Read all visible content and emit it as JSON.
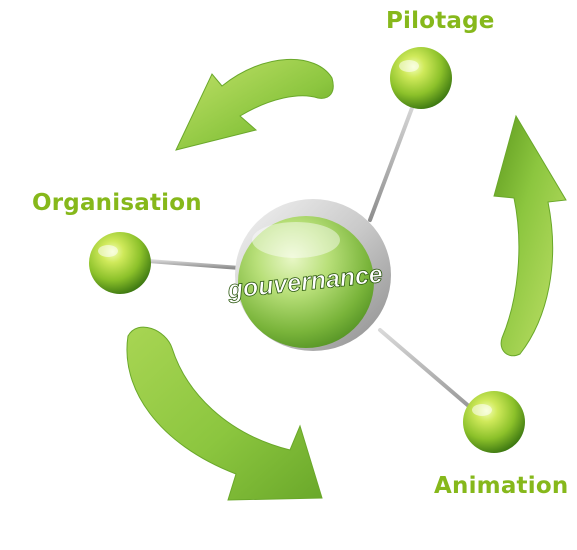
{
  "center": {
    "text": "gouvernance"
  },
  "nodes": {
    "pilotage": {
      "label": "Pilotage"
    },
    "organisation": {
      "label": "Organisation"
    },
    "animation": {
      "label": "Animation"
    }
  },
  "colors": {
    "label_green": "#86b81b",
    "arrow_green": "#8cc63f",
    "arrow_dark": "#5e9a1e",
    "sphere_light": "#d8f26a",
    "sphere_mid": "#8dc32a",
    "sphere_dark": "#3f7a12",
    "stem_grey": "#9a9a9a",
    "center_text": "#ffffff"
  },
  "icons": {
    "arrows": [
      "curved-arrow-icon",
      "curved-arrow-icon",
      "curved-arrow-icon"
    ],
    "spheres": [
      "sphere-icon",
      "sphere-icon",
      "sphere-icon"
    ]
  }
}
